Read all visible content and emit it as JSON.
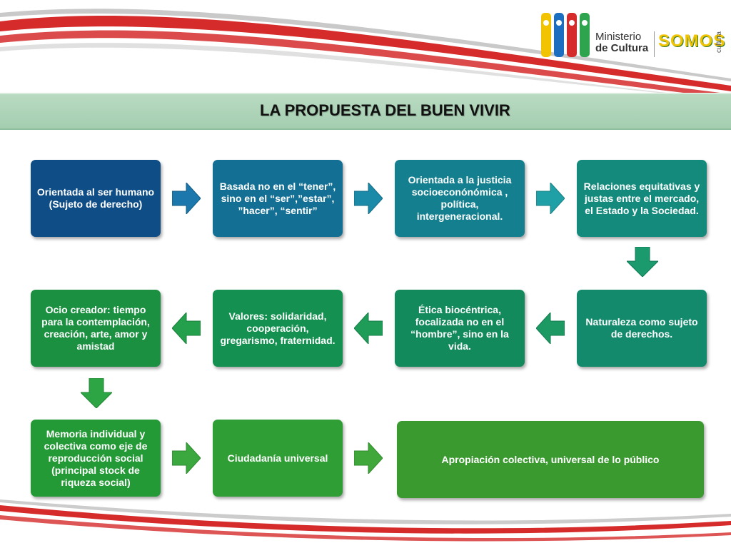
{
  "header": {
    "title": "LA PROPUESTA DEL BUEN VIVIR",
    "logo_line1": "Ministerio",
    "logo_line2": "de Cultura",
    "logo_brand": "SOMOS",
    "logo_vertical": "cultura"
  },
  "flow": [
    {
      "id": "b1",
      "text": "Orientada al ser humano (Sujeto de derecho)",
      "color": "#0f4d87"
    },
    {
      "id": "b2",
      "text": "Basada no en el “tener”, sino en el “ser”,”estar”, ”hacer”, “sentir”",
      "color": "#136f93"
    },
    {
      "id": "b3",
      "text": "Orientada a la justicia socioeconónómica , política, intergeneracional.",
      "color": "#14808f"
    },
    {
      "id": "b4",
      "text": "Relaciones equitativas y justas entre el mercado, el Estado y la Sociedad.",
      "color": "#148a7c"
    },
    {
      "id": "b5",
      "text": "Naturaleza como sujeto de derechos.",
      "color": "#138a6c"
    },
    {
      "id": "b6",
      "text": "Ética biocéntrica, focalizada no en el “hombre”, sino en la vida.",
      "color": "#138a5c"
    },
    {
      "id": "b7",
      "text": "Valores: solidaridad, cooperación, gregarismo, fraternidad.",
      "color": "#149150"
    },
    {
      "id": "b8",
      "text": "Ocio creador: tiempo para la contemplación, creación, arte, amor y amistad",
      "color": "#1b9040"
    },
    {
      "id": "b9",
      "text": "Memoria individual y colectiva como eje de reproducción social (principal stock de riqueza social)",
      "color": "#239a35"
    },
    {
      "id": "b10",
      "text": "Ciudadanía universal",
      "color": "#2f9e35"
    },
    {
      "id": "b11",
      "text": "Apropiación colectiva, universal de lo público",
      "color": "#3a9a30"
    }
  ],
  "colors": {
    "swoosh_red": "#d52b2b",
    "title_bar": "#b1d5b9",
    "arrow_blue": "#1c7fb0",
    "arrow_teal": "#1f9aa6",
    "arrow_green": "#2ea44f"
  }
}
